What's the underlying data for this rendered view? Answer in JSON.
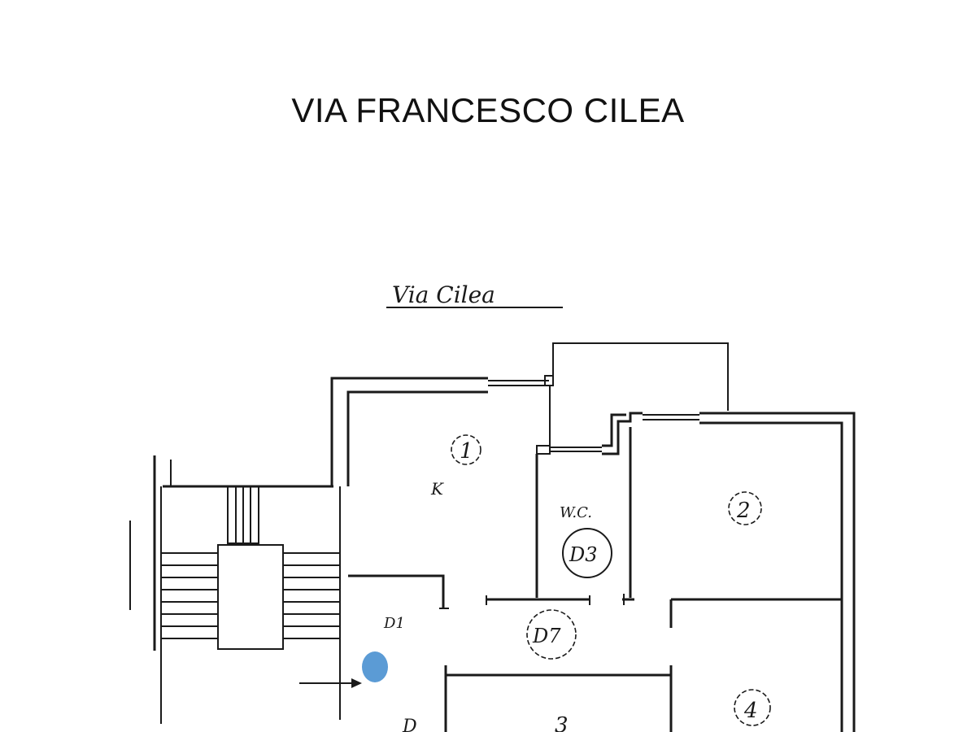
{
  "slide": {
    "title": "VIA FRANCESCO CILEA"
  },
  "floor_plan": {
    "street_label": "Via Cilea",
    "rooms": [
      {
        "id": "1",
        "label": "1",
        "sub": "K"
      },
      {
        "id": "wc",
        "label": "D3",
        "sub": "W.C."
      },
      {
        "id": "2",
        "label": "2"
      },
      {
        "id": "d1",
        "label": "D1"
      },
      {
        "id": "d7",
        "label": "D7"
      },
      {
        "id": "3",
        "label": "3"
      },
      {
        "id": "4",
        "label": "4"
      },
      {
        "id": "d",
        "label": "D"
      }
    ],
    "marker_color": "#5b9bd5"
  }
}
